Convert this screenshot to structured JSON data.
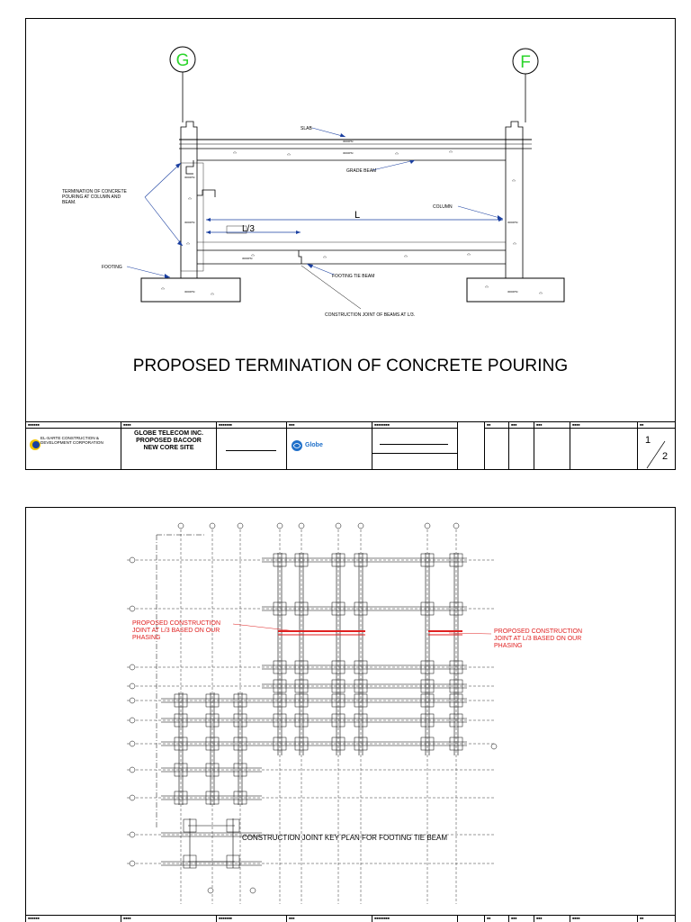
{
  "sheet1": {
    "grid_left": "G",
    "grid_right": "F",
    "labels": {
      "slab": "SLAB",
      "grade_beam": "GRADE BEAM",
      "termination": [
        "TERMINATION OF CONCRETE",
        "POURING AT COLUMN AND",
        "BEAM."
      ],
      "column": "COLUMN",
      "span": "L",
      "third_span": "L/3",
      "footing": "FOOTING",
      "footing_tie_beam": "FOOTING TIE BEAM",
      "construction_joint": "CONSTRUCTION JOINT OF BEAMS AT L/3.",
      "psi": "3000PSI"
    },
    "title": "PROPOSED TERMINATION OF CONCRETE POURING",
    "titleblock": {
      "company_lines": [
        "EL-SARTE CONSTRUCTION &",
        "DEVELOPMENT CORPORATION"
      ],
      "project_lines": [
        "GLOBE TELECOM INC.",
        "PROPOSED BACOOR",
        "NEW CORE SITE"
      ],
      "globe_brand": "Globe",
      "sheet_no": "1",
      "sheet_total": "2"
    }
  },
  "sheet2": {
    "callout_left": [
      "PROPOSED CONSTRUCTION",
      "JOINT AT L/3 BASED ON OUR",
      "PHASING"
    ],
    "callout_right": [
      "PROPOSED CONSTRUCTION",
      "JOINT AT L/3 BASED ON OUR",
      "PHASING"
    ],
    "title": "CONSTRUCTION JOINT KEY PLAN FOR FOOTING TIE BEAM"
  },
  "colors": {
    "callout": "#e02020",
    "dim_arrow": "#1a3fa0",
    "grid_bubble": "#2bd42b",
    "globe": "#1e6fc9"
  }
}
